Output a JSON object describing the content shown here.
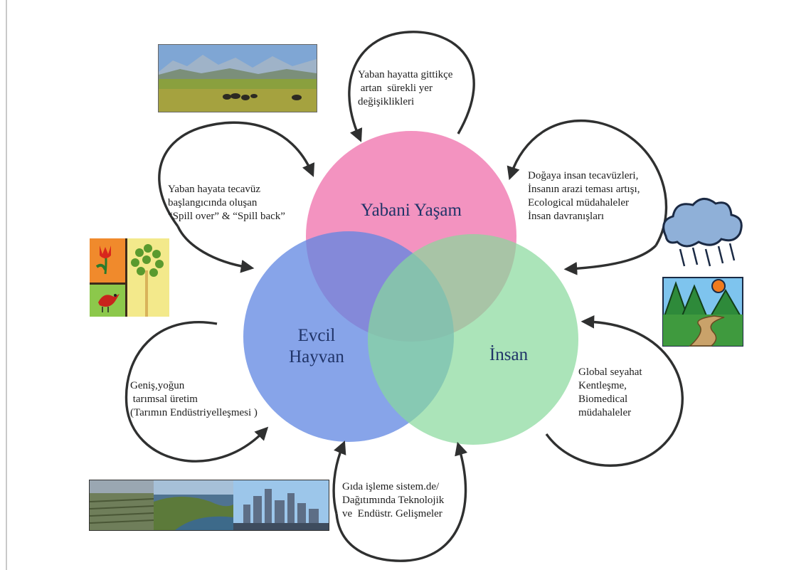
{
  "diagram": {
    "circles": [
      {
        "id": "wildlife",
        "label": "Yabani Yaşam",
        "color": "#ee6aa7"
      },
      {
        "id": "domestic",
        "label": "Evcil\nHayvan",
        "color": "#5f86e2"
      },
      {
        "id": "human",
        "label": "İnsan",
        "color": "#87d89b"
      }
    ],
    "drivers": [
      {
        "id": "wildlife-habitat-change",
        "text": "Yaban hayatta gittikçe\n artan  sürekli yer\ndeğişiklikleri"
      },
      {
        "id": "spillover",
        "text": "Yaban hayata tecavüz\nbaşlangıcında oluşan\n“Spill over” & “Spill back”"
      },
      {
        "id": "human-encroachment",
        "text": "Doğaya insan tecavüzleri,\nİnsanın arazi teması artışı,\nEcological müdahaleler\nİnsan davranışları"
      },
      {
        "id": "intensive-farming",
        "text": "Geniş,yoğun\n tarımsal üretim\n(Tarımın Endüstriyelleşmesi )"
      },
      {
        "id": "global-travel",
        "text": "Global seyahat\nKentleşme,\nBiomedical\nmüdahaleler"
      },
      {
        "id": "food-processing",
        "text": "Gıda işleme sistem.de/\nDağıtımında Teknolojik\nve  Endüstr. Gelişmeler"
      }
    ],
    "pictures": [
      {
        "id": "grassland-photo",
        "caption": "mountain grassland with herd of bison"
      },
      {
        "id": "tulip-tree-bird-icon",
        "caption": "tulip, tree and bird clip art"
      },
      {
        "id": "rain-cloud-forest-icon",
        "caption": "rain cloud over forest path clip art"
      },
      {
        "id": "farm-coast-city-strip",
        "caption": "farmland, coastline and city skyline photos"
      }
    ]
  }
}
